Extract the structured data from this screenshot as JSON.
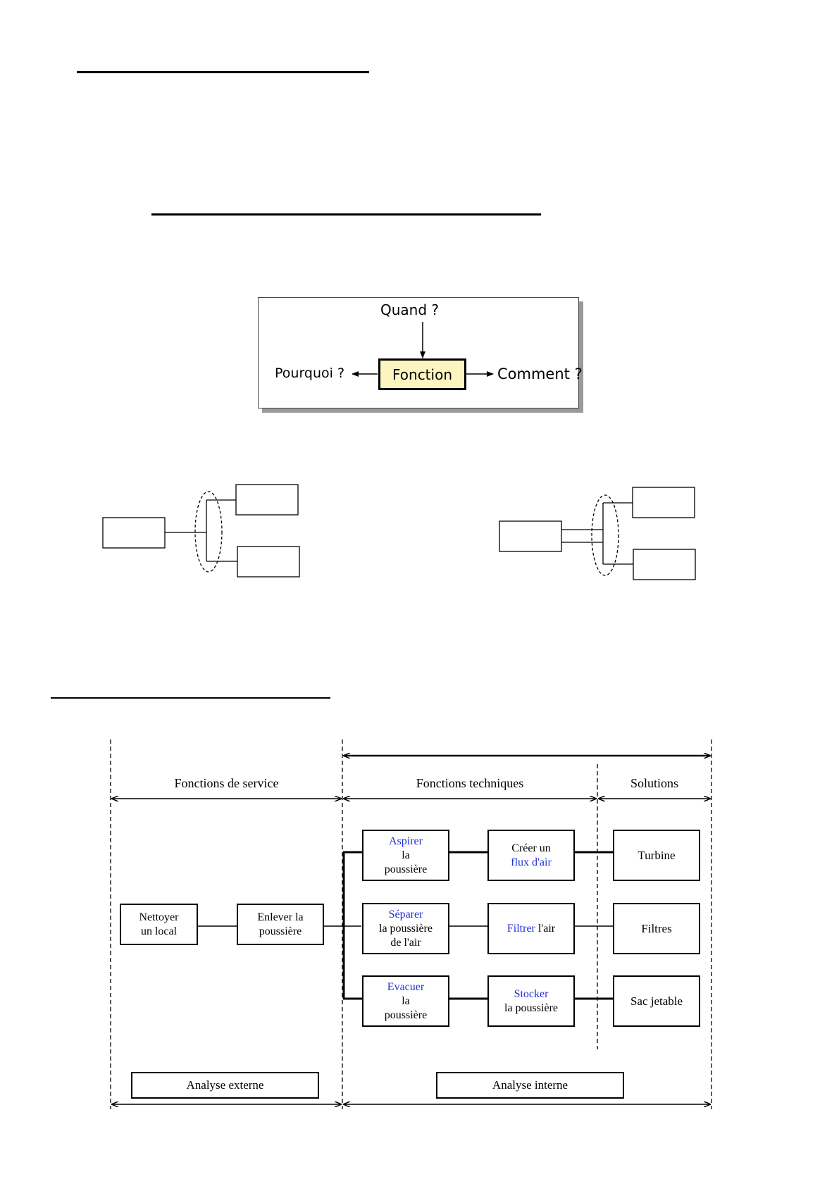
{
  "colors": {
    "ink": "#000000",
    "function_box_fill": "#fdf5c0",
    "verb_blue": "#1f2ed6",
    "panel_shadow": "#9a9a9a"
  },
  "qqc_diagram": {
    "top_label": "Quand ?",
    "center_label": "Fonction",
    "left_label": "Pourquoi ?",
    "right_label": "Comment ?"
  },
  "fast_diagram": {
    "headers": {
      "service": "Fonctions de service",
      "technical": "Fonctions techniques",
      "solutions": "Solutions"
    },
    "service_functions": {
      "main": [
        "Nettoyer",
        "un local"
      ],
      "secondary": [
        "Enlever la",
        "poussière"
      ]
    },
    "technical_functions": [
      {
        "level1": {
          "verb": "Aspirer",
          "rest": [
            "la",
            "poussière"
          ]
        },
        "level2": {
          "text": "Créer un",
          "verb": "flux d'air"
        },
        "solution": "Turbine"
      },
      {
        "level1": {
          "verb": "Séparer",
          "rest": [
            "la poussière",
            "de l'air"
          ]
        },
        "level2": {
          "verb": "Filtrer",
          "text": " l'air"
        },
        "solution": "Filtres"
      },
      {
        "level1": {
          "verb": "Evacuer",
          "rest": [
            "la",
            "poussière"
          ]
        },
        "level2": {
          "verb": "Stocker",
          "text": "la poussière"
        },
        "solution": "Sac jetable"
      }
    ],
    "footer": {
      "external": "Analyse externe",
      "internal": "Analyse interne"
    }
  }
}
